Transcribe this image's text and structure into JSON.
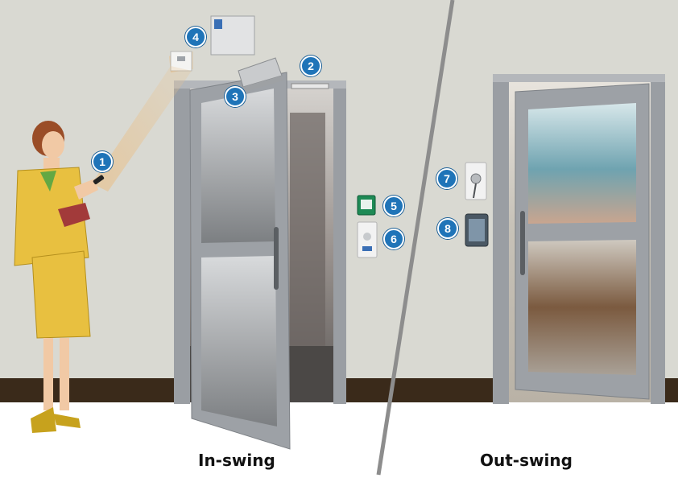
{
  "captions": {
    "in_swing": "In-swing",
    "out_swing": "Out-swing"
  },
  "badges": [
    "1",
    "2",
    "3",
    "4",
    "5",
    "6",
    "7",
    "8"
  ],
  "components": {
    "remote": "remote-control-transmitter",
    "receiver": "wireless-receiver",
    "power_supply": "power-supply-box",
    "maglock": "electromagnetic-lock",
    "bracket": "z-l-bracket",
    "break_glass": "emergency-break-glass",
    "exit_button": "exit-push-button",
    "key_switch": "key-switch",
    "keypad": "access-keypad"
  },
  "colors": {
    "wall": "#d9d9d2",
    "floor_strip": "#3a2a1a",
    "door_frame": "#9a9ea3",
    "badge": "#1f74b8",
    "suit": "#e8c040"
  }
}
